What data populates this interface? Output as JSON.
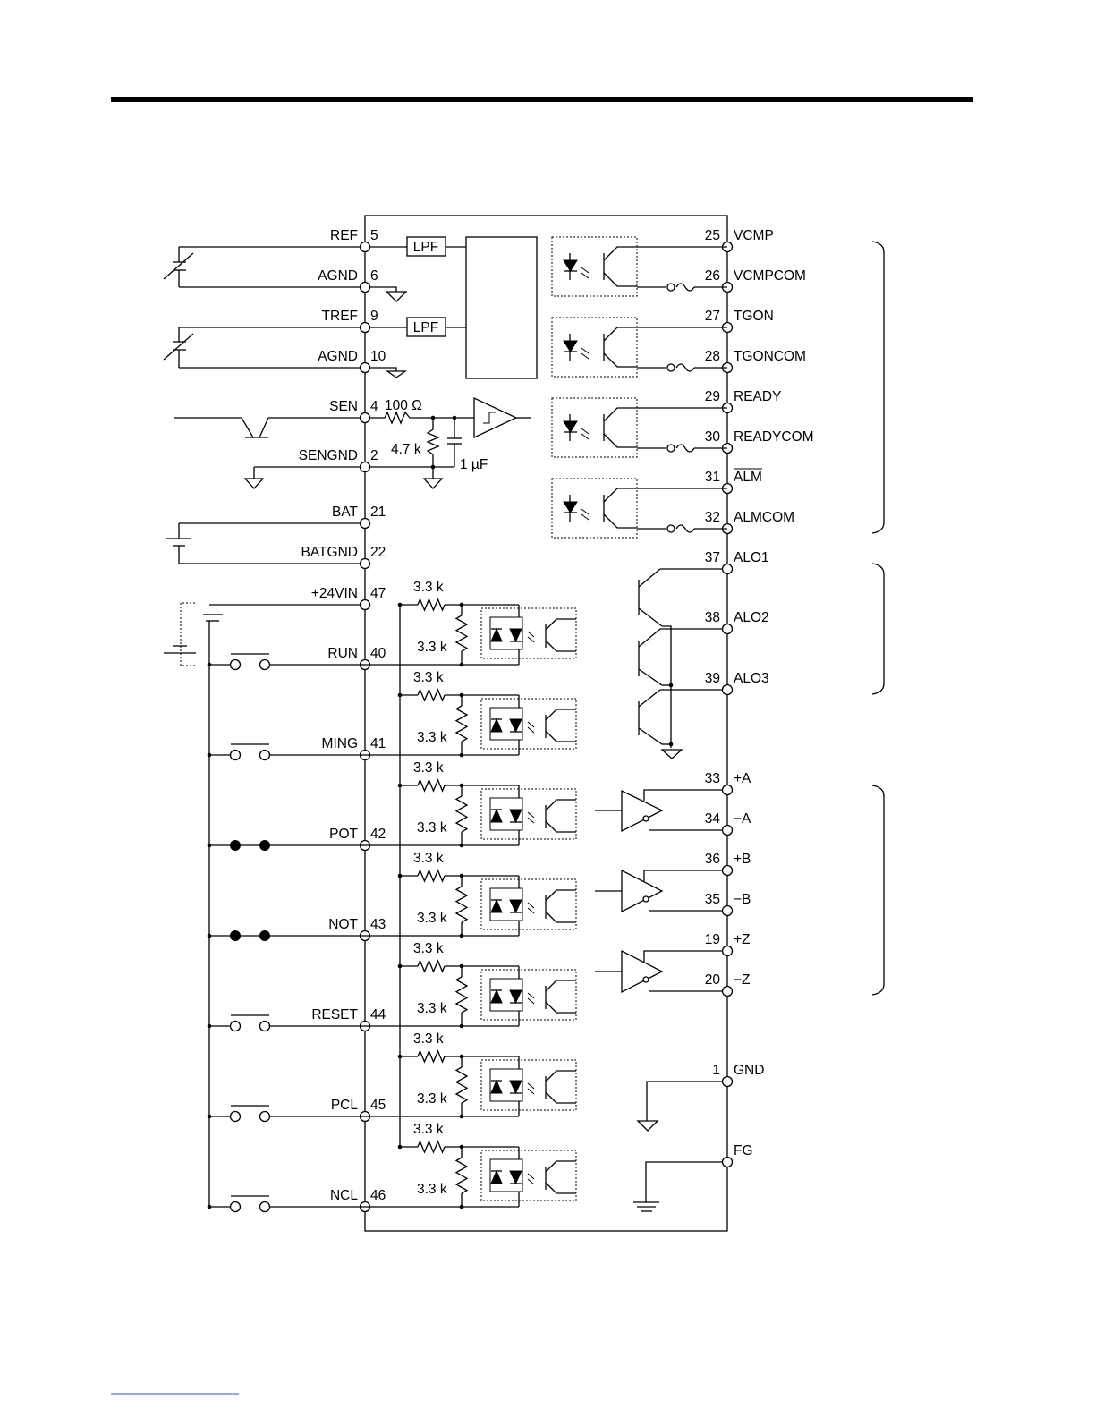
{
  "left_terminals": [
    {
      "label": "REF",
      "pin": "5"
    },
    {
      "label": "AGND",
      "pin": "6"
    },
    {
      "label": "TREF",
      "pin": "9"
    },
    {
      "label": "AGND",
      "pin": "10"
    },
    {
      "label": "SEN",
      "pin": "4"
    },
    {
      "label": "SENGND",
      "pin": "2"
    },
    {
      "label": "BAT",
      "pin": "21"
    },
    {
      "label": "BATGND",
      "pin": "22"
    },
    {
      "label": "+24VIN",
      "pin": "47"
    },
    {
      "label": "RUN",
      "pin": "40"
    },
    {
      "label": "MING",
      "pin": "41"
    },
    {
      "label": "POT",
      "pin": "42"
    },
    {
      "label": "NOT",
      "pin": "43"
    },
    {
      "label": "RESET",
      "pin": "44"
    },
    {
      "label": "PCL",
      "pin": "45"
    },
    {
      "label": "NCL",
      "pin": "46"
    }
  ],
  "right_terminals": [
    {
      "label": "VCMP",
      "pin": "25"
    },
    {
      "label": "VCMPCOM",
      "pin": "26"
    },
    {
      "label": "TGON",
      "pin": "27"
    },
    {
      "label": "TGONCOM",
      "pin": "28"
    },
    {
      "label": "READY",
      "pin": "29"
    },
    {
      "label": "READYCOM",
      "pin": "30"
    },
    {
      "label": "ALM",
      "pin": "31"
    },
    {
      "label": "ALMCOM",
      "pin": "32"
    },
    {
      "label": "ALO1",
      "pin": "37"
    },
    {
      "label": "ALO2",
      "pin": "38"
    },
    {
      "label": "ALO3",
      "pin": "39"
    },
    {
      "label": "+A",
      "pin": "33"
    },
    {
      "label": "−A",
      "pin": "34"
    },
    {
      "label": "+B",
      "pin": "36"
    },
    {
      "label": "−B",
      "pin": "35"
    },
    {
      "label": "+Z",
      "pin": "19"
    },
    {
      "label": "−Z",
      "pin": "20"
    },
    {
      "label": "GND",
      "pin": "1"
    },
    {
      "label": "FG",
      "pin": ""
    }
  ],
  "components": {
    "lpf": "LPF",
    "r100": "100 Ω",
    "r47k": "4.7 k",
    "c1u": "1 µF",
    "r33k": "3.3 k"
  }
}
